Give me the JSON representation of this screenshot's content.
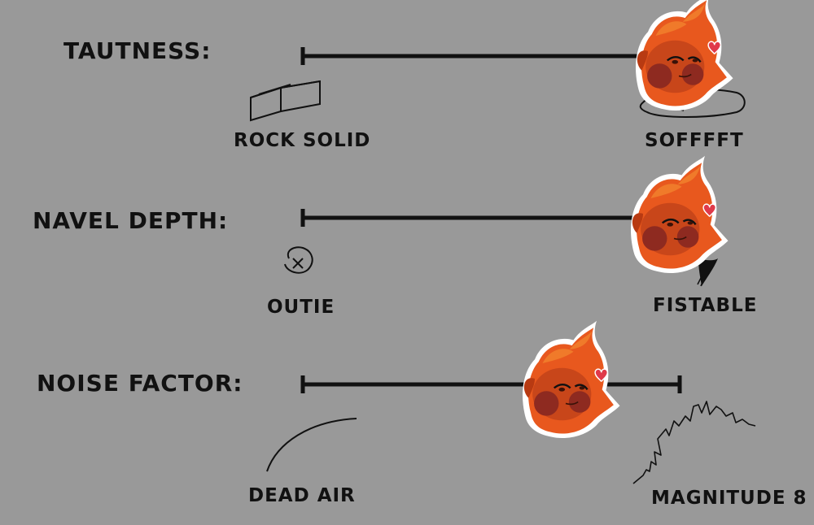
{
  "scales": [
    {
      "title": "TAUTNESS:",
      "min_label": "ROCK SOLID",
      "max_label": "SOFFFFT",
      "min_icon": "brick-icon",
      "max_icon": "pillow-icon",
      "value": 1.0
    },
    {
      "title": "NAVEL DEPTH:",
      "min_label": "OUTIE",
      "max_label": "FISTABLE",
      "min_icon": "outie-navel-icon",
      "max_icon": "deep-hole-icon",
      "value": 1.0
    },
    {
      "title": "NOISE FACTOR:",
      "min_label": "DEAD AIR",
      "max_label": "MAGNITUDE 8",
      "min_icon": "flat-wave-icon",
      "max_icon": "seismic-wave-icon",
      "value": 0.72
    }
  ],
  "colors": {
    "background": "#999999",
    "ink": "#111111",
    "fur": "#e8581e",
    "fur_dark": "#b83a12",
    "cheek": "#8e2a20",
    "heart": "#e03a4a"
  },
  "marker_icon": "character-head-icon"
}
